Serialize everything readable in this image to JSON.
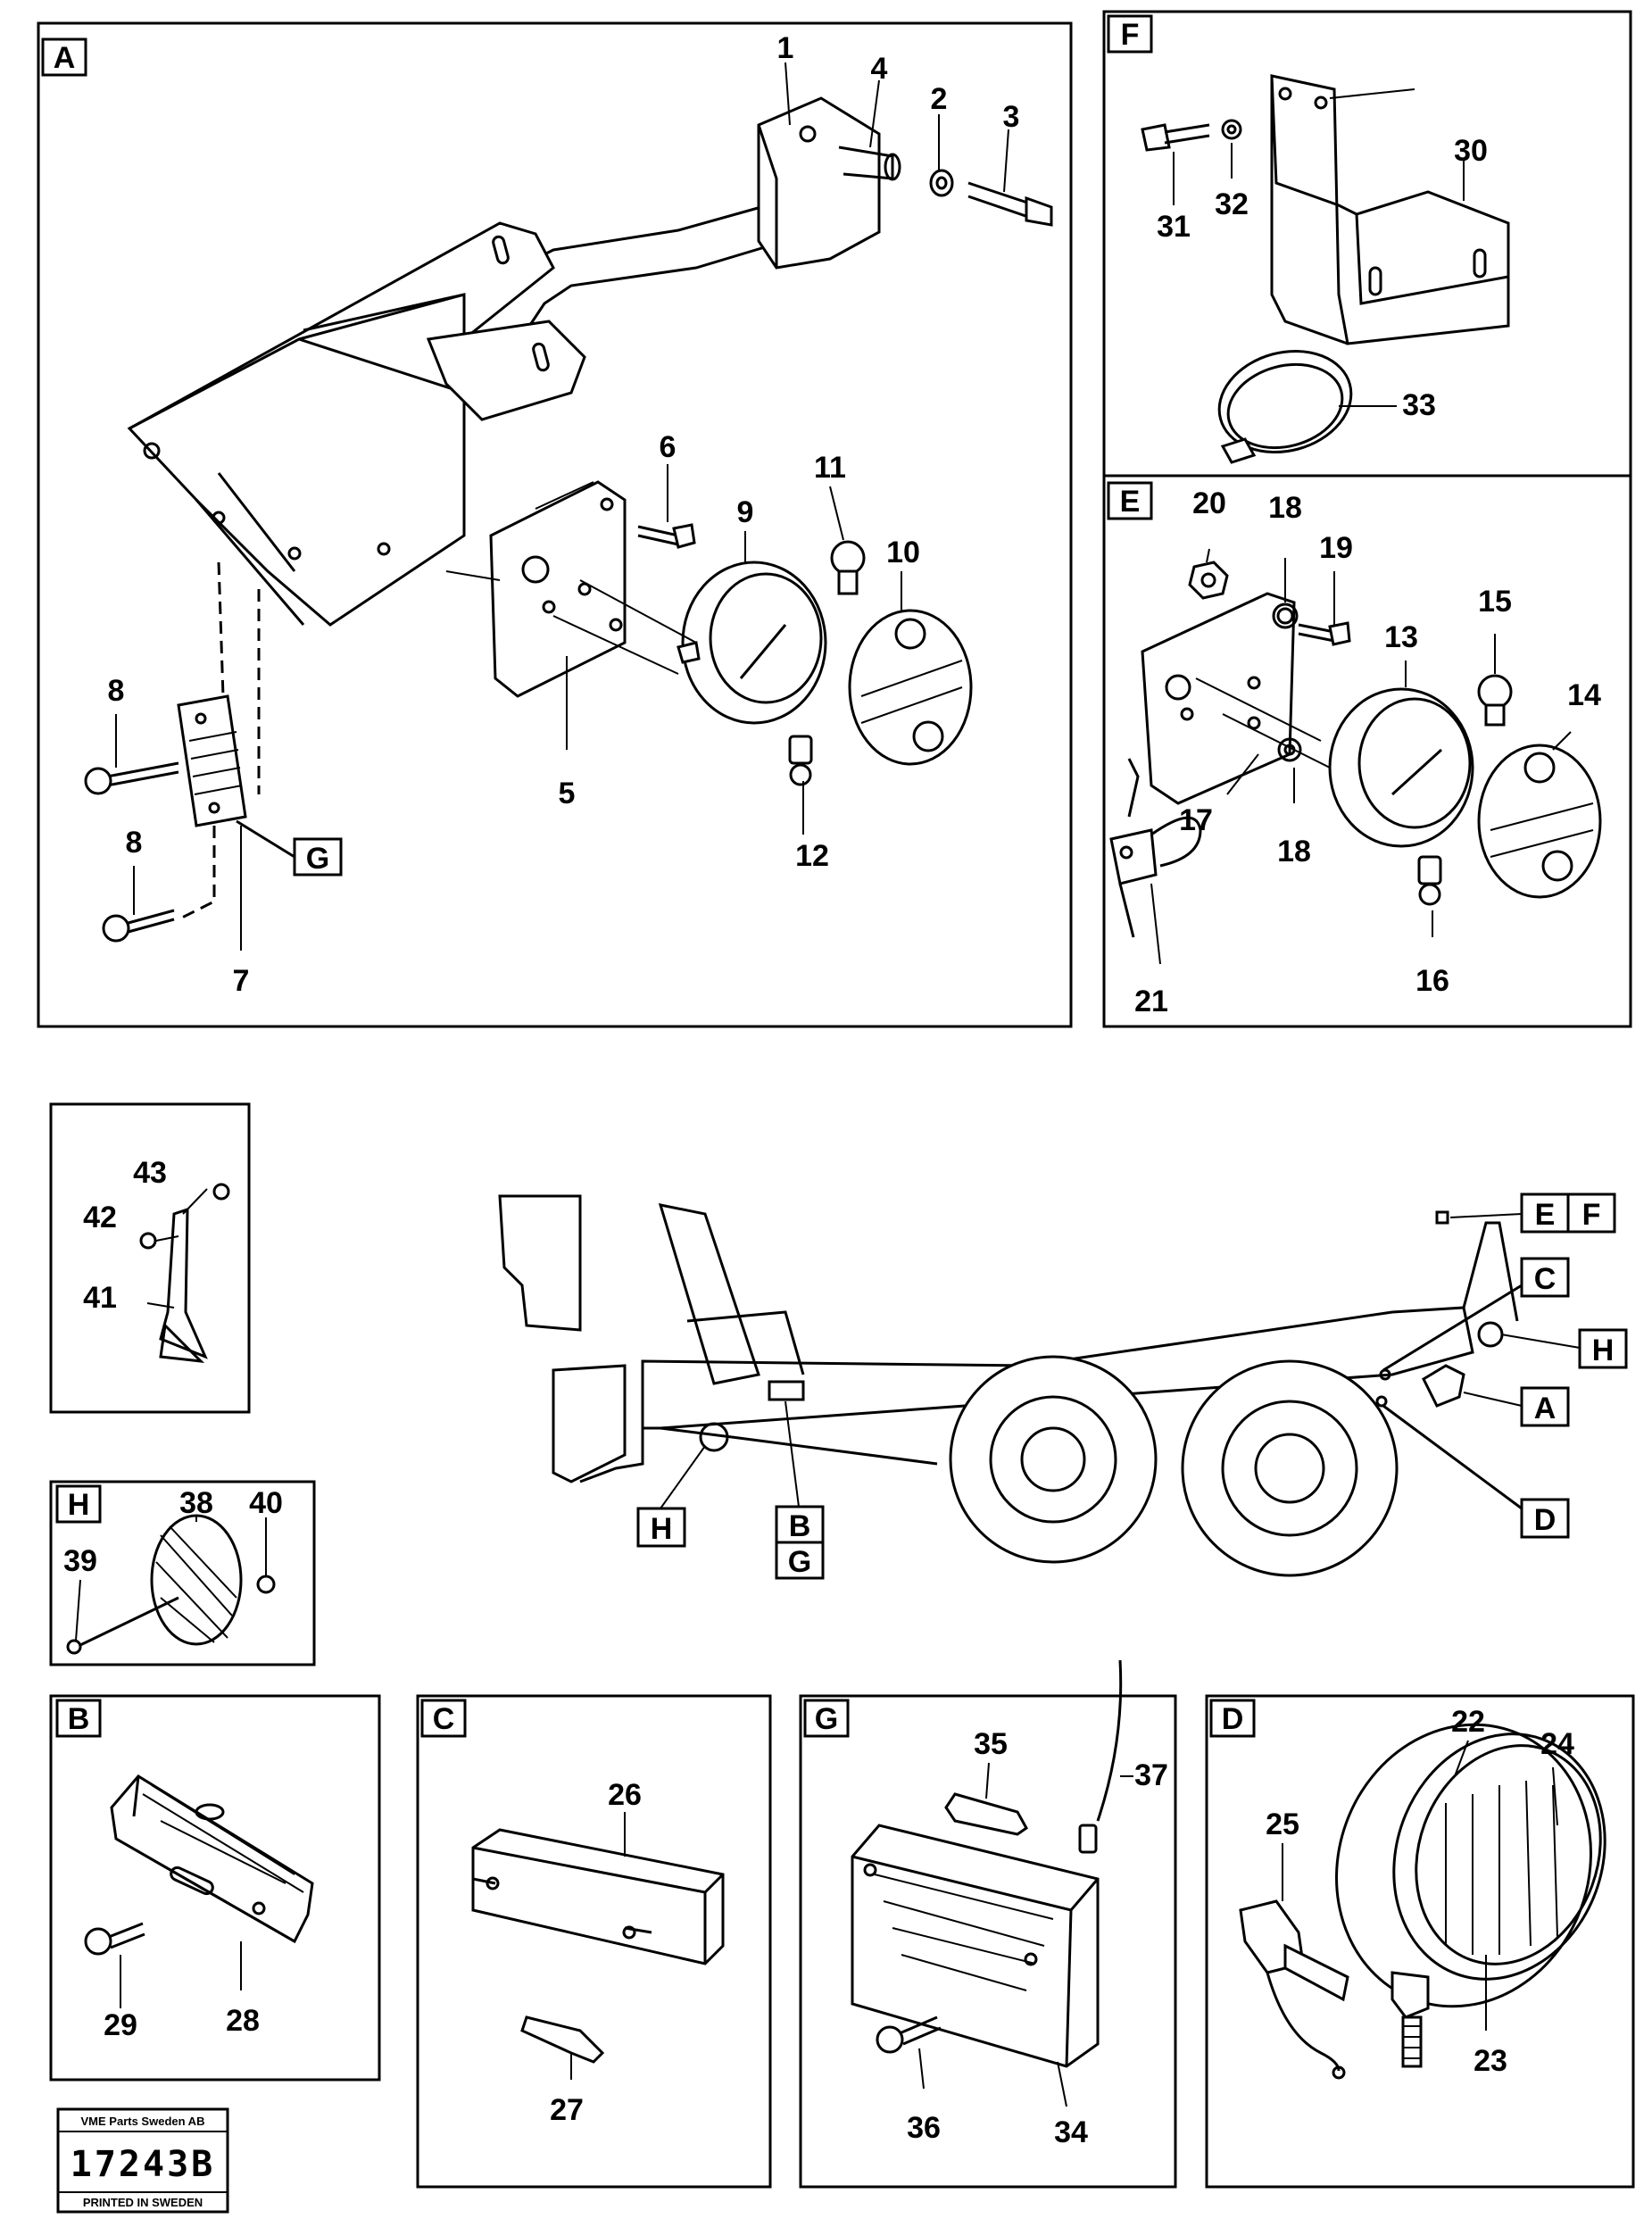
{
  "panel_labels": {
    "A": "A",
    "B": "B",
    "C": "C",
    "D": "D",
    "E": "E",
    "F": "F",
    "G": "G",
    "H": "H"
  },
  "overview_callouts": {
    "ef_e": "E",
    "ef_f": "F",
    "c": "C",
    "h_right": "H",
    "a": "A",
    "d": "D",
    "h_left": "H",
    "bg_b": "B",
    "bg_g": "G"
  },
  "panel_a_callout_g": "G",
  "part_numbers": {
    "p1": "1",
    "p2": "2",
    "p3": "3",
    "p4": "4",
    "p5": "5",
    "p6": "6",
    "p7": "7",
    "p8a": "8",
    "p8b": "8",
    "p9": "9",
    "p10": "10",
    "p11": "11",
    "p12": "12",
    "p13": "13",
    "p14": "14",
    "p15": "15",
    "p16": "16",
    "p17": "17",
    "p18a": "18",
    "p18b": "18",
    "p19": "19",
    "p20": "20",
    "p21": "21",
    "p22": "22",
    "p23": "23",
    "p24": "24",
    "p25": "25",
    "p26": "26",
    "p27": "27",
    "p28": "28",
    "p29": "29",
    "p30": "30",
    "p31": "31",
    "p32": "32",
    "p33": "33",
    "p34": "34",
    "p35": "35",
    "p36": "36",
    "p37": "37",
    "p38": "38",
    "p39": "39",
    "p40": "40",
    "p41": "41",
    "p42": "42",
    "p43": "43"
  },
  "stamp": {
    "company": "VME Parts Sweden AB",
    "drawing_number": "17243B",
    "printed": "PRINTED IN SWEDEN"
  }
}
